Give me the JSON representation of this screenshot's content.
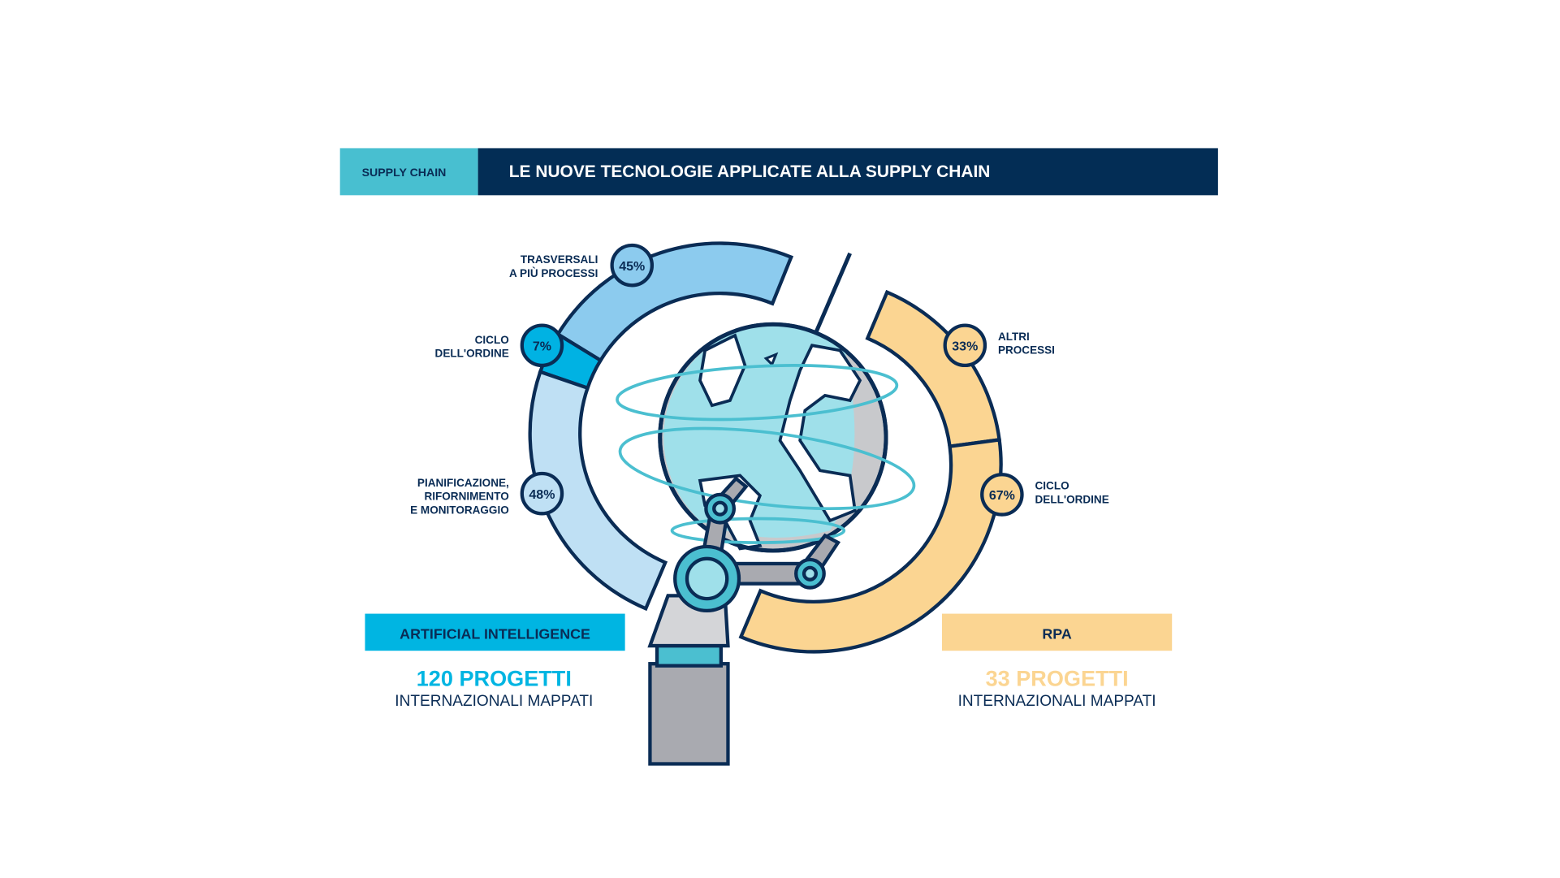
{
  "header": {
    "tag": "SUPPLY CHAIN",
    "title": "LE NUOVE TECNOLOGIE APPLICATE ALLA SUPPLY CHAIN"
  },
  "colors": {
    "navy": "#0a2c55",
    "header_cyan": "#48bfd0",
    "ai_blue": "#00b5e2",
    "rpa_orange": "#fbd592",
    "globe_sea": "#9fe0ea",
    "orbit": "#4bbfd0"
  },
  "chart_data": [
    {
      "type": "pie",
      "title": "ARTIFICIAL INTELLIGENCE",
      "total_label": "120 PROGETTI",
      "total_sublabel": "INTERNAZIONALI MAPPATI",
      "total": 120,
      "slices": [
        {
          "label_lines": [
            "TRASVERSALI",
            "A PIÙ PROCESSI"
          ],
          "value": 45,
          "value_label": "45%",
          "color": "#8ccbee"
        },
        {
          "label_lines": [
            "CICLO",
            "DELL'ORDINE"
          ],
          "value": 7,
          "value_label": "7%",
          "color": "#00b2e3"
        },
        {
          "label_lines": [
            "PIANIFICAZIONE,",
            "RIFORNIMENTO",
            "E MONITORAGGIO"
          ],
          "value": 48,
          "value_label": "48%",
          "color": "#bfe0f4"
        }
      ]
    },
    {
      "type": "pie",
      "title": "RPA",
      "total_label": "33 PROGETTI",
      "total_sublabel": "INTERNAZIONALI MAPPATI",
      "total": 33,
      "slices": [
        {
          "label_lines": [
            "ALTRI",
            "PROCESSI"
          ],
          "value": 33,
          "value_label": "33%",
          "color": "#fbd592"
        },
        {
          "label_lines": [
            "CICLO",
            "DELL'ORDINE"
          ],
          "value": 67,
          "value_label": "67%",
          "color": "#fbd592"
        }
      ]
    }
  ]
}
